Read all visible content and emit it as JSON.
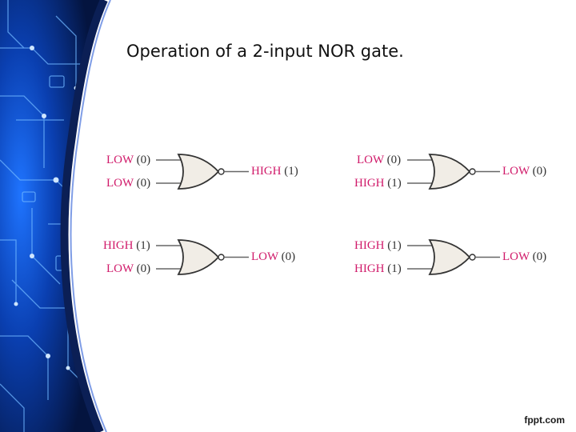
{
  "slide": {
    "title": "Operation of a 2-input NOR gate.",
    "watermark": "fppt.com"
  },
  "gates": [
    {
      "input_a": {
        "level": "LOW",
        "value": "(0)"
      },
      "input_b": {
        "level": "LOW",
        "value": "(0)"
      },
      "output": {
        "level": "HIGH",
        "value": "(1)"
      }
    },
    {
      "input_a": {
        "level": "LOW",
        "value": "(0)"
      },
      "input_b": {
        "level": "HIGH",
        "value": "(1)"
      },
      "output": {
        "level": "LOW",
        "value": "(0)"
      }
    },
    {
      "input_a": {
        "level": "HIGH",
        "value": "(1)"
      },
      "input_b": {
        "level": "LOW",
        "value": "(0)"
      },
      "output": {
        "level": "LOW",
        "value": "(0)"
      }
    },
    {
      "input_a": {
        "level": "HIGH",
        "value": "(1)"
      },
      "input_b": {
        "level": "HIGH",
        "value": "(1)"
      },
      "output": {
        "level": "LOW",
        "value": "(0)"
      }
    }
  ],
  "colors": {
    "level_text": "#d01a6a",
    "gate_fill": "#f1ede6",
    "background_blue": "#0a3a9a"
  }
}
